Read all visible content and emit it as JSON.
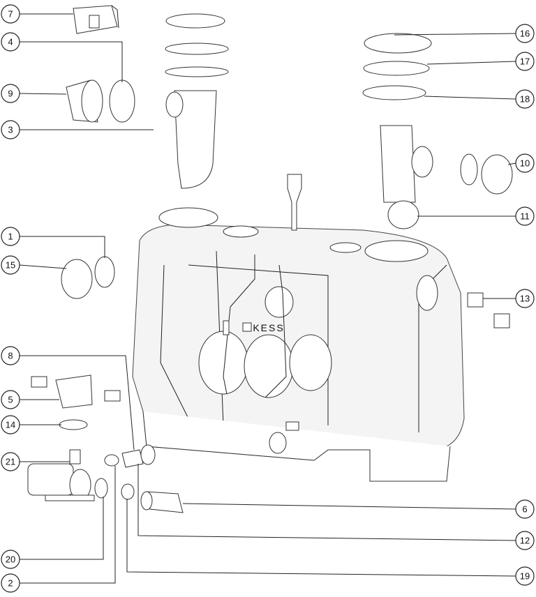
{
  "diagram": {
    "tank_logo": "KESS",
    "colors": {
      "line": "#222222",
      "background": "#ffffff"
    },
    "callouts": [
      {
        "id": "7"
      },
      {
        "id": "4"
      },
      {
        "id": "9"
      },
      {
        "id": "3"
      },
      {
        "id": "1"
      },
      {
        "id": "15"
      },
      {
        "id": "8"
      },
      {
        "id": "5"
      },
      {
        "id": "14"
      },
      {
        "id": "21"
      },
      {
        "id": "20"
      },
      {
        "id": "2"
      },
      {
        "id": "16"
      },
      {
        "id": "17"
      },
      {
        "id": "18"
      },
      {
        "id": "10"
      },
      {
        "id": "11"
      },
      {
        "id": "13"
      },
      {
        "id": "6"
      },
      {
        "id": "12"
      },
      {
        "id": "19"
      }
    ]
  }
}
